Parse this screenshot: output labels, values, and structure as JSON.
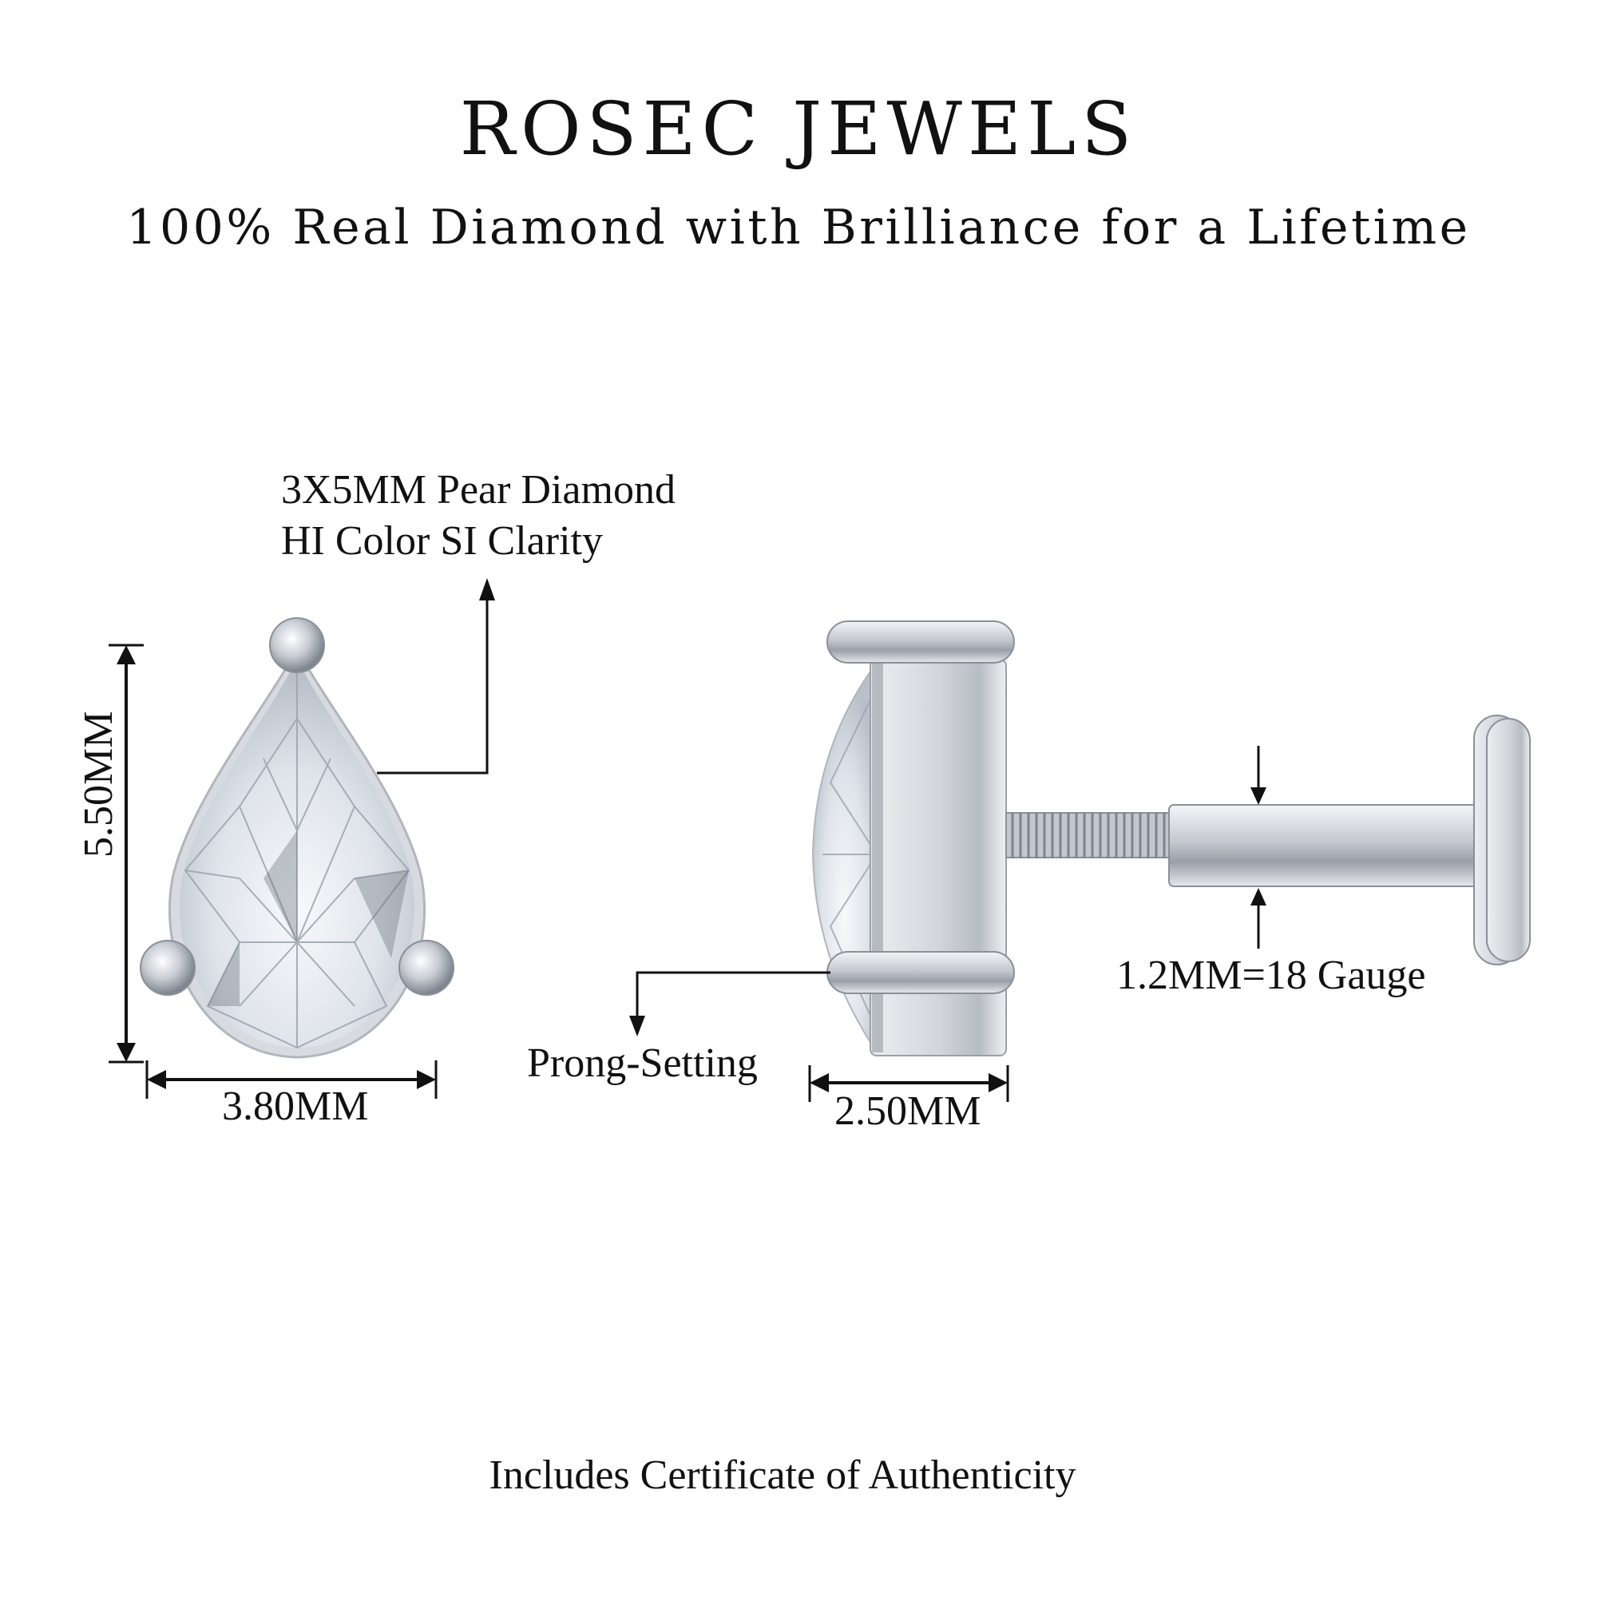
{
  "header": {
    "brand": "ROSEC JEWELS",
    "tagline": "100% Real Diamond with Brilliance for a Lifetime"
  },
  "front_view": {
    "stone_line1": "3X5MM Pear Diamond",
    "stone_line2": "HI Color SI Clarity",
    "height": "5.50MM",
    "width": "3.80MM"
  },
  "side_view": {
    "setting": "Prong-Setting",
    "depth": "2.50MM",
    "gauge": "1.2MM=18 Gauge"
  },
  "footer": {
    "certificate": "Includes Certificate of Authenticity"
  },
  "colors": {
    "text": "#111111",
    "metal": "#cfd3d8",
    "metal_dark": "#8a9098",
    "diamond": "#eef1f5"
  }
}
